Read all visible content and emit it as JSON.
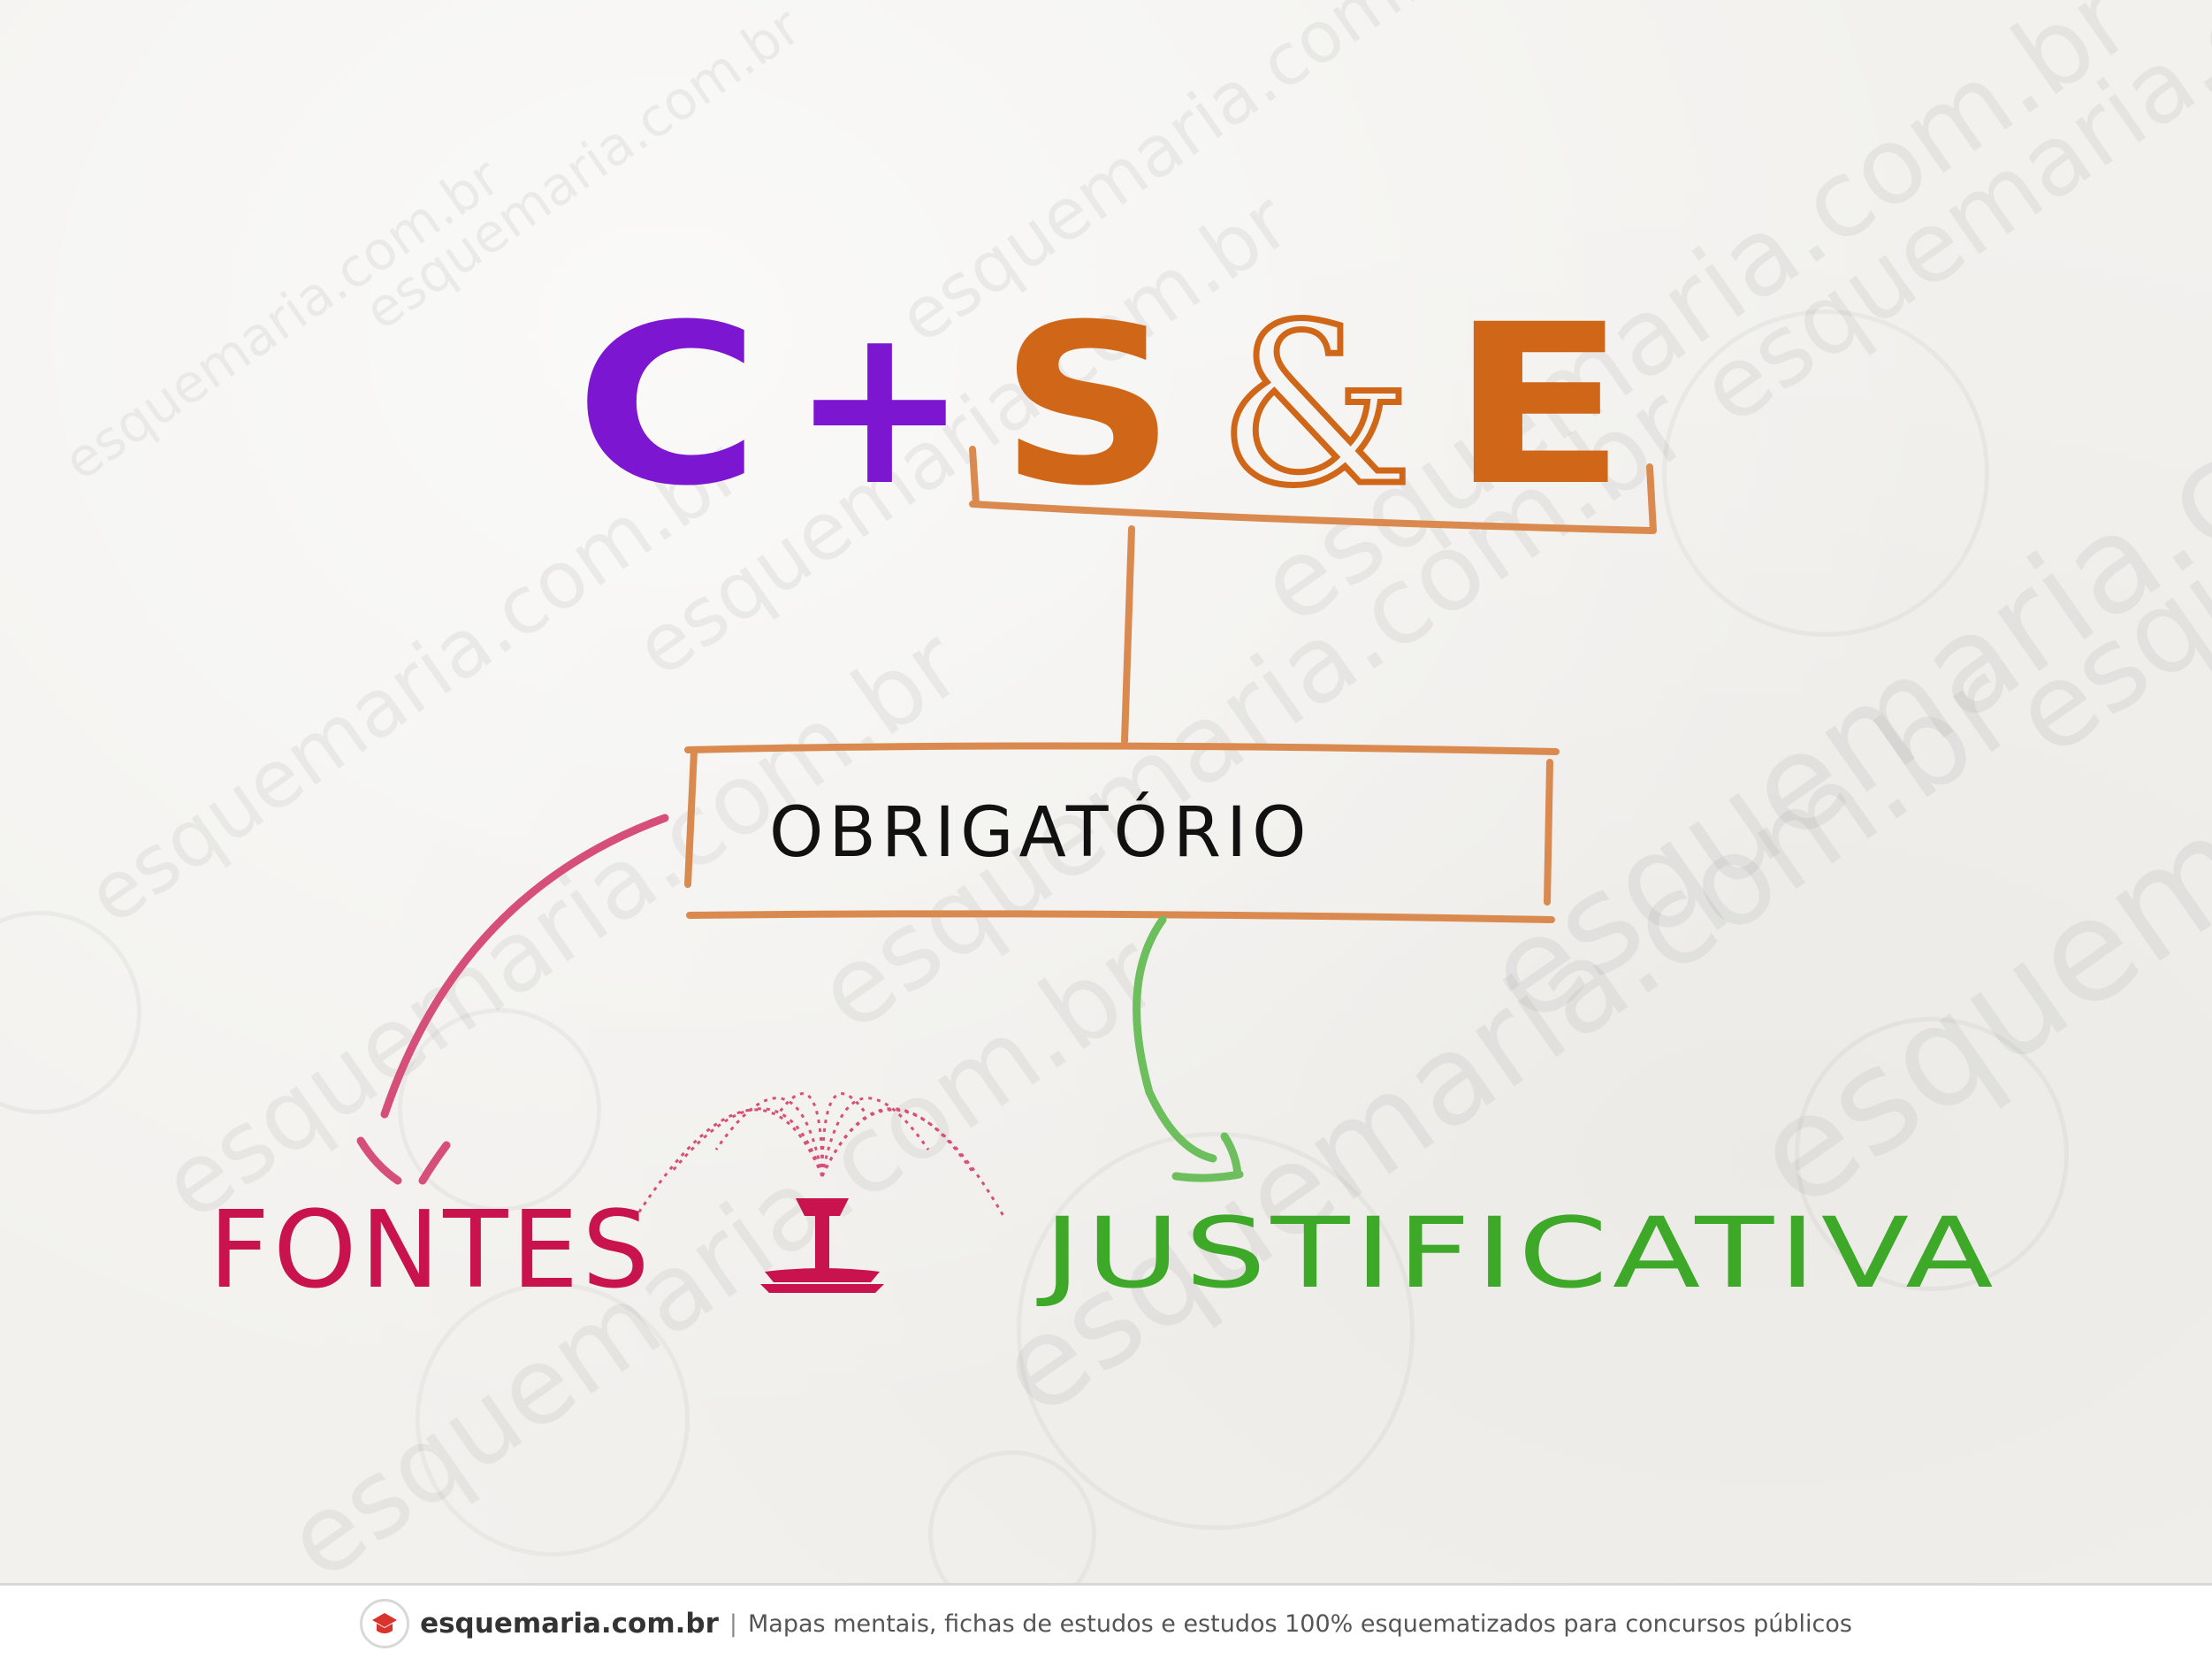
{
  "title": {
    "c": "C",
    "plus": "+",
    "s": "S",
    "amp": "&",
    "e": "E"
  },
  "node_obligatorio": "OBRIGATÓRIO",
  "branches": {
    "left": "FONTES",
    "right": "JUSTIFICATIVA"
  },
  "watermark_text": "esquemaria.com.br",
  "footer": {
    "brand": "esquemaria.com.br",
    "separator": "|",
    "tagline": "Mapas mentais, fichas de estudos e estudos 100% esquematizados para concursos públicos"
  },
  "colors": {
    "purple": "#7d16d0",
    "orange": "#d06718",
    "bracket_orange": "#da8a4e",
    "pink": "#d64f7a",
    "crimson": "#c8134f",
    "green": "#3ea829",
    "green_arrow": "#6cbf5c",
    "black": "#111111"
  },
  "icons": {
    "fountain": "fountain-icon",
    "footer_logo": "esquemaria-logo-icon"
  }
}
